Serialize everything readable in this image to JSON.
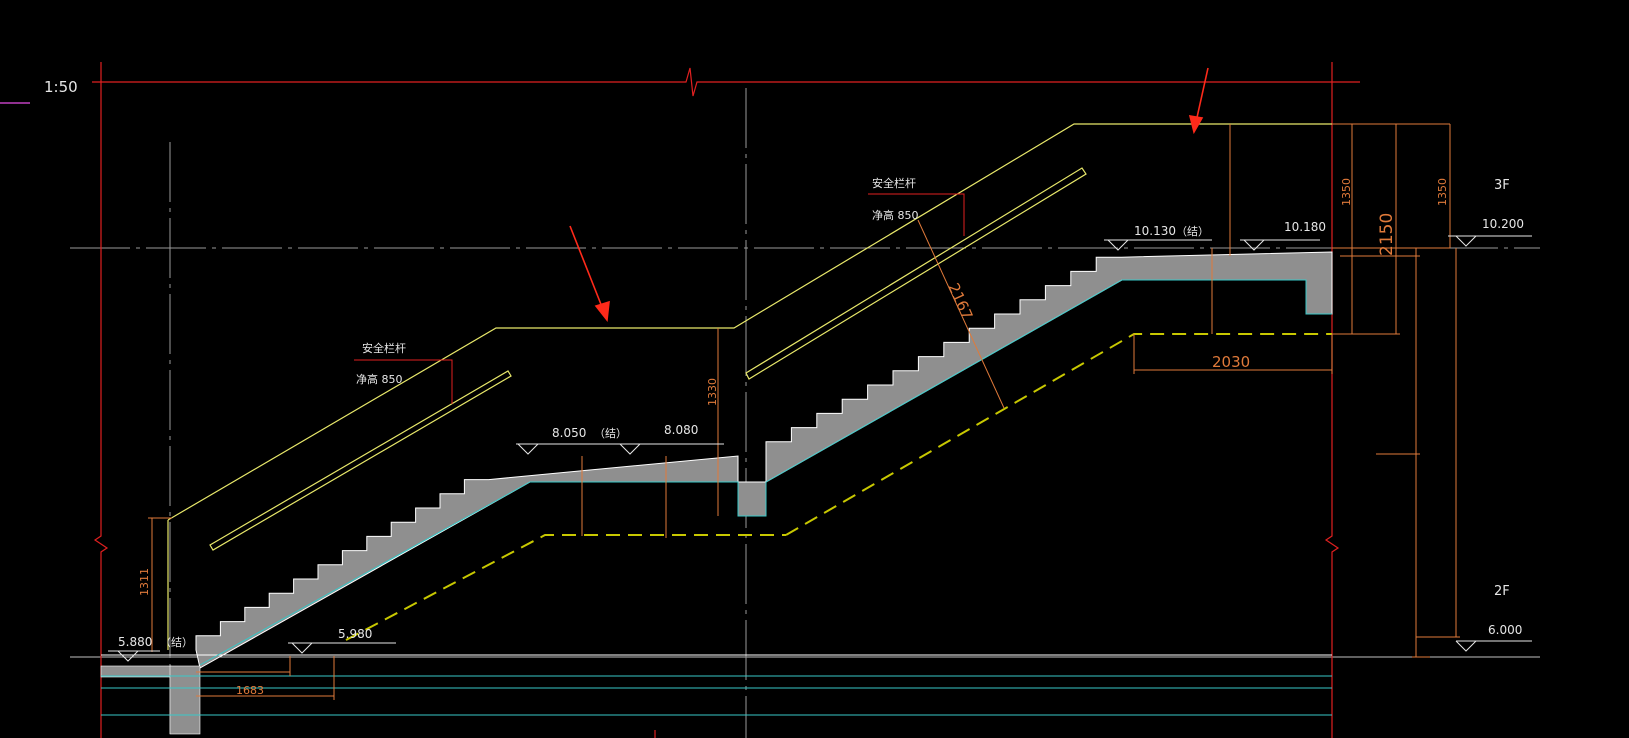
{
  "drawing": {
    "scale_label": "1:50",
    "floors": {
      "upper": "3F",
      "lower": "2F"
    },
    "elevations": {
      "e_5880": "5.880",
      "e_5880_note": "（结）",
      "e_5980": "5.980",
      "e_8050": "8.050",
      "e_8050_note": "（结）",
      "e_8080": "8.080",
      "e_10130": "10.130",
      "e_10130_note": "（结）",
      "e_10180": "10.180",
      "e_10200": "10.200",
      "e_6000": "6.000"
    },
    "railing": {
      "label_1": "安全栏杆",
      "height_1": "净高  850",
      "label_2": "安全栏杆",
      "height_2": "净高  850"
    },
    "dimensions": {
      "d_1311": "1311",
      "d_1683": "1683",
      "d_1330": "1330",
      "d_2167": "2167",
      "d_2030": "2030",
      "d_2150": "2150",
      "d_1350_a": "1350",
      "d_1350_b": "1350"
    },
    "colors": {
      "background": "#000000",
      "axis_red": "#e02020",
      "handrail_yellow": "#e8e86a",
      "guide_yellow": "#c8c800",
      "concrete_fill": "#8f8f8f",
      "cyan_line": "#38c8c8",
      "dim_orange": "#e07a3a",
      "arrow_red": "#ff2a1a",
      "text_white": "#e6e6e6",
      "magenta": "#c040c0",
      "grid_gray": "#9a9a9a"
    }
  }
}
